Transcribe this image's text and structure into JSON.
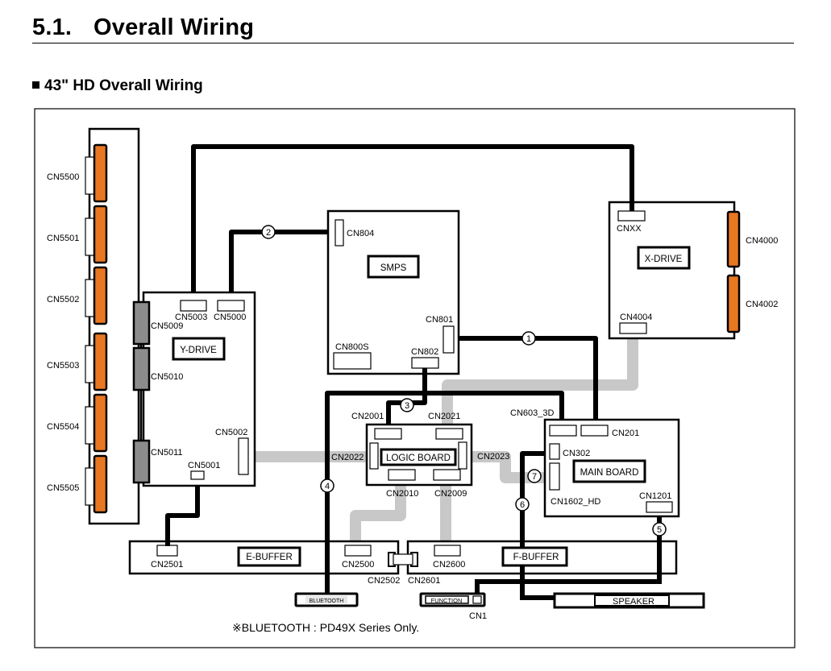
{
  "heading": {
    "number": "5.1.",
    "title": "Overall Wiring"
  },
  "subheading": "43\" HD Overall Wiring",
  "colors": {
    "orange_connector": "#e87722",
    "gray_connector": "#8c8c8c",
    "ffc_cable": "#c8c8c8",
    "wire": "#000000"
  },
  "panel_connectors": [
    "CN5500",
    "CN5501",
    "CN5502",
    "CN5503",
    "CN5504",
    "CN5505"
  ],
  "boards": {
    "y_drive": {
      "name": "Y-DRIVE",
      "connectors": {
        "cn5003": "CN5003",
        "cn5000": "CN5000",
        "cn5009": "CN5009",
        "cn5010": "CN5010",
        "cn5011": "CN5011",
        "cn5002": "CN5002",
        "cn5001": "CN5001"
      }
    },
    "smps": {
      "name": "SMPS",
      "connectors": {
        "cn804": "CN804",
        "cn801": "CN801",
        "cn800s": "CN800S",
        "cn802": "CN802"
      }
    },
    "x_drive": {
      "name": "X-DRIVE",
      "connectors": {
        "cnxx": "CNXX",
        "cn4000": "CN4000",
        "cn4002": "CN4002",
        "cn4004": "CN4004"
      }
    },
    "logic_board": {
      "name": "LOGIC BOARD",
      "connectors": {
        "cn2001": "CN2001",
        "cn2021": "CN2021",
        "cn2022": "CN2022",
        "cn2023": "CN2023",
        "cn2010": "CN2010",
        "cn2009": "CN2009"
      }
    },
    "main_board": {
      "name": "MAIN BOARD",
      "connectors": {
        "cn603_3d": "CN603_3D",
        "cn201": "CN201",
        "cn302": "CN302",
        "cn1602_hd": "CN1602_HD",
        "cn1201": "CN1201"
      }
    },
    "e_buffer": {
      "name": "E-BUFFER",
      "connectors": {
        "cn2501": "CN2501",
        "cn2500": "CN2500",
        "cn2502": "CN2502"
      }
    },
    "f_buffer": {
      "name": "F-BUFFER",
      "connectors": {
        "cn2601": "CN2601",
        "cn2600": "CN2600"
      }
    },
    "bluetooth": {
      "name": "BLUETOOTH"
    },
    "function": {
      "name": "FUNCTION",
      "connectors": {
        "cn1": "CN1"
      }
    },
    "speaker": {
      "name": "SPEAKER"
    }
  },
  "cable_numbers": [
    "1",
    "2",
    "3",
    "4",
    "5",
    "6",
    "7"
  ],
  "footnote": "※BLUETOOTH : PD49X Series Only."
}
